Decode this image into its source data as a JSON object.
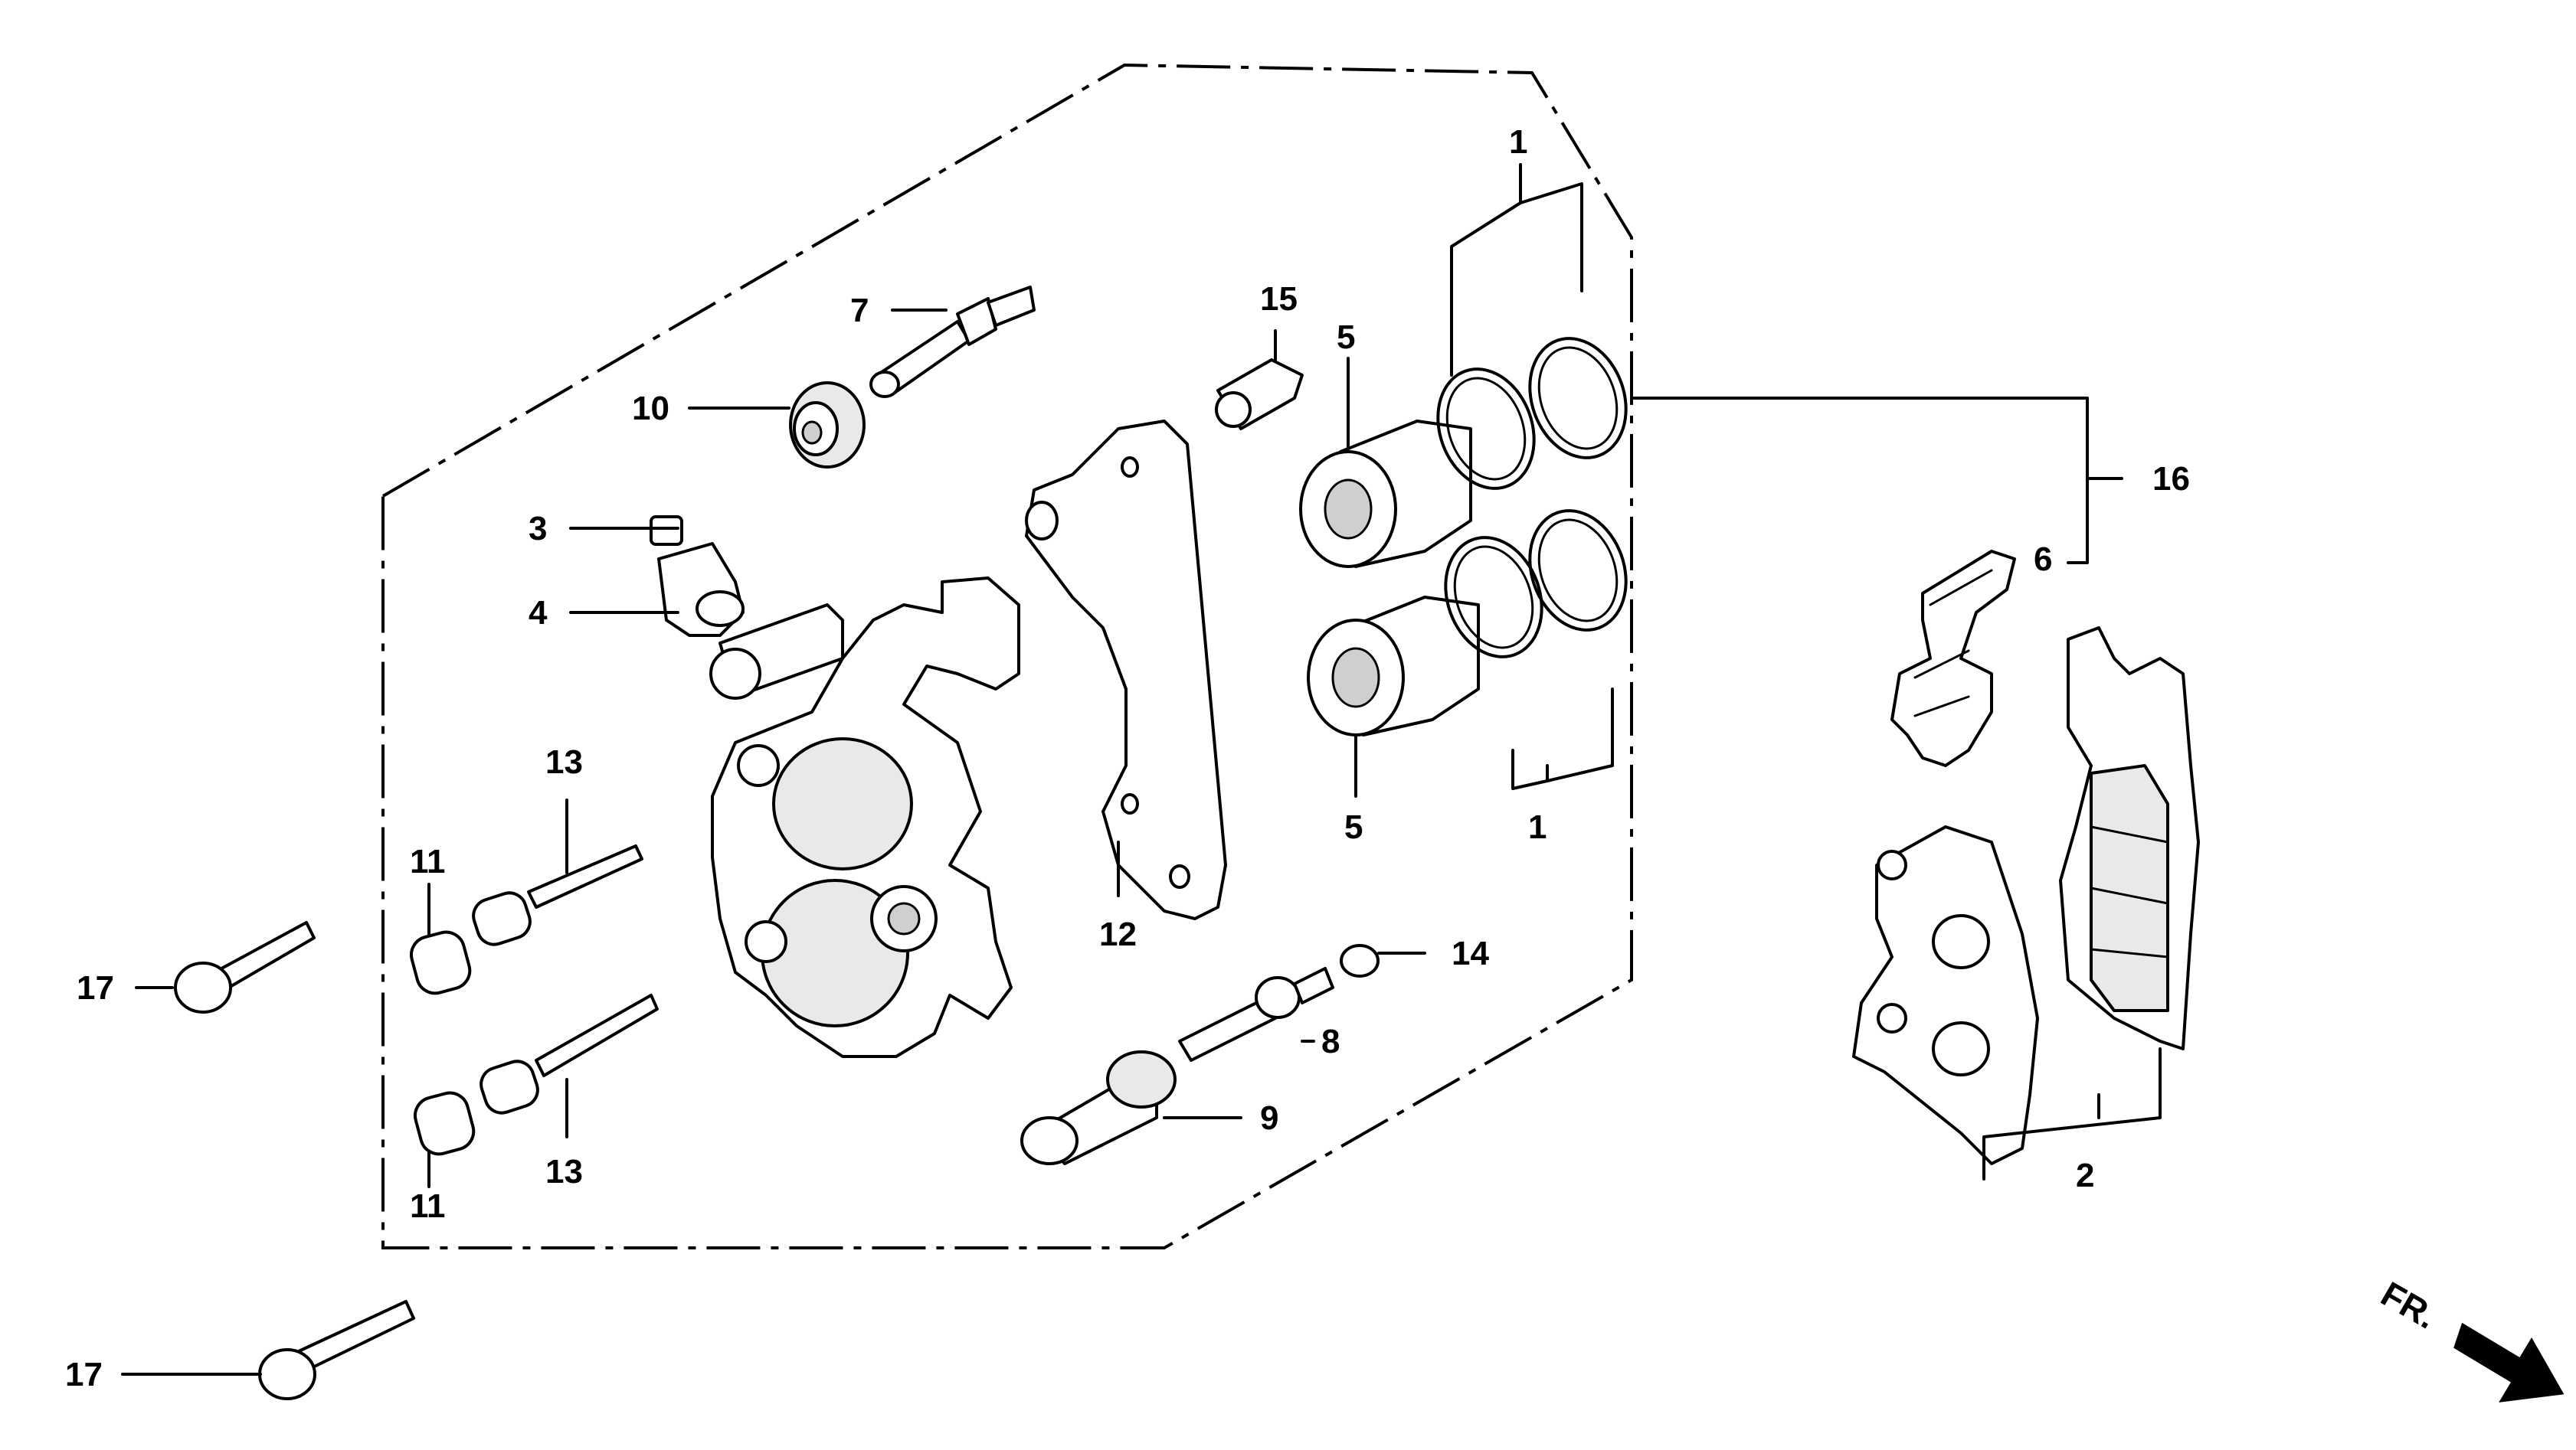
{
  "diagram": {
    "callouts": [
      {
        "id": "label-1-top",
        "text": "1"
      },
      {
        "id": "label-1-bottom",
        "text": "1"
      },
      {
        "id": "label-2",
        "text": "2"
      },
      {
        "id": "label-3",
        "text": "3"
      },
      {
        "id": "label-4",
        "text": "4"
      },
      {
        "id": "label-5-top",
        "text": "5"
      },
      {
        "id": "label-5-bottom",
        "text": "5"
      },
      {
        "id": "label-6",
        "text": "6"
      },
      {
        "id": "label-7",
        "text": "7"
      },
      {
        "id": "label-8",
        "text": "8"
      },
      {
        "id": "label-9",
        "text": "9"
      },
      {
        "id": "label-10",
        "text": "10"
      },
      {
        "id": "label-11-top",
        "text": "11"
      },
      {
        "id": "label-11-bottom",
        "text": "11"
      },
      {
        "id": "label-12",
        "text": "12"
      },
      {
        "id": "label-13-top",
        "text": "13"
      },
      {
        "id": "label-13-bottom",
        "text": "13"
      },
      {
        "id": "label-14",
        "text": "14"
      },
      {
        "id": "label-15",
        "text": "15"
      },
      {
        "id": "label-16",
        "text": "16"
      },
      {
        "id": "label-17-top",
        "text": "17"
      },
      {
        "id": "label-17-bottom",
        "text": "17"
      }
    ],
    "direction_label": "FR."
  }
}
